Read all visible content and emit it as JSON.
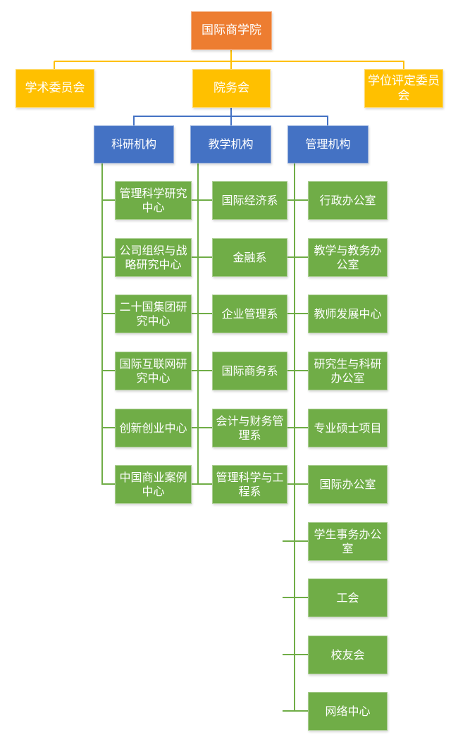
{
  "colors": {
    "root": "#ED7D31",
    "committee": "#FFC000",
    "division": "#4472C4",
    "unit": "#70AD47",
    "connector_l1": "#FFC000",
    "connector_l2": "#4472C4",
    "connector_l3": "#70AD47"
  },
  "org": {
    "root": {
      "label": "国际商学院"
    },
    "committees": [
      {
        "label": "学术委员会"
      },
      {
        "label": "院务会"
      },
      {
        "label": "学位评定委员\n会"
      }
    ],
    "divisions": [
      {
        "label": "科研机构"
      },
      {
        "label": "教学机构"
      },
      {
        "label": "管理机构"
      }
    ],
    "research_units": [
      "管理科学研究\n中心",
      "公司组织与战\n略研究中心",
      "二十国集团研\n究中心",
      "国际互联网研\n究中心",
      "创新创业中心",
      "中国商业案例\n中心"
    ],
    "teaching_units": [
      "国际经济系",
      "金融系",
      "企业管理系",
      "国际商务系",
      "会计与财务管\n理系",
      "管理科学与工\n程系"
    ],
    "admin_units": [
      "行政办公室",
      "教学与教务办\n公室",
      "教师发展中心",
      "研究生与科研\n办公室",
      "专业硕士项目",
      "国际办公室",
      "学生事务办公\n室",
      "工会",
      "校友会",
      "网络中心"
    ]
  }
}
